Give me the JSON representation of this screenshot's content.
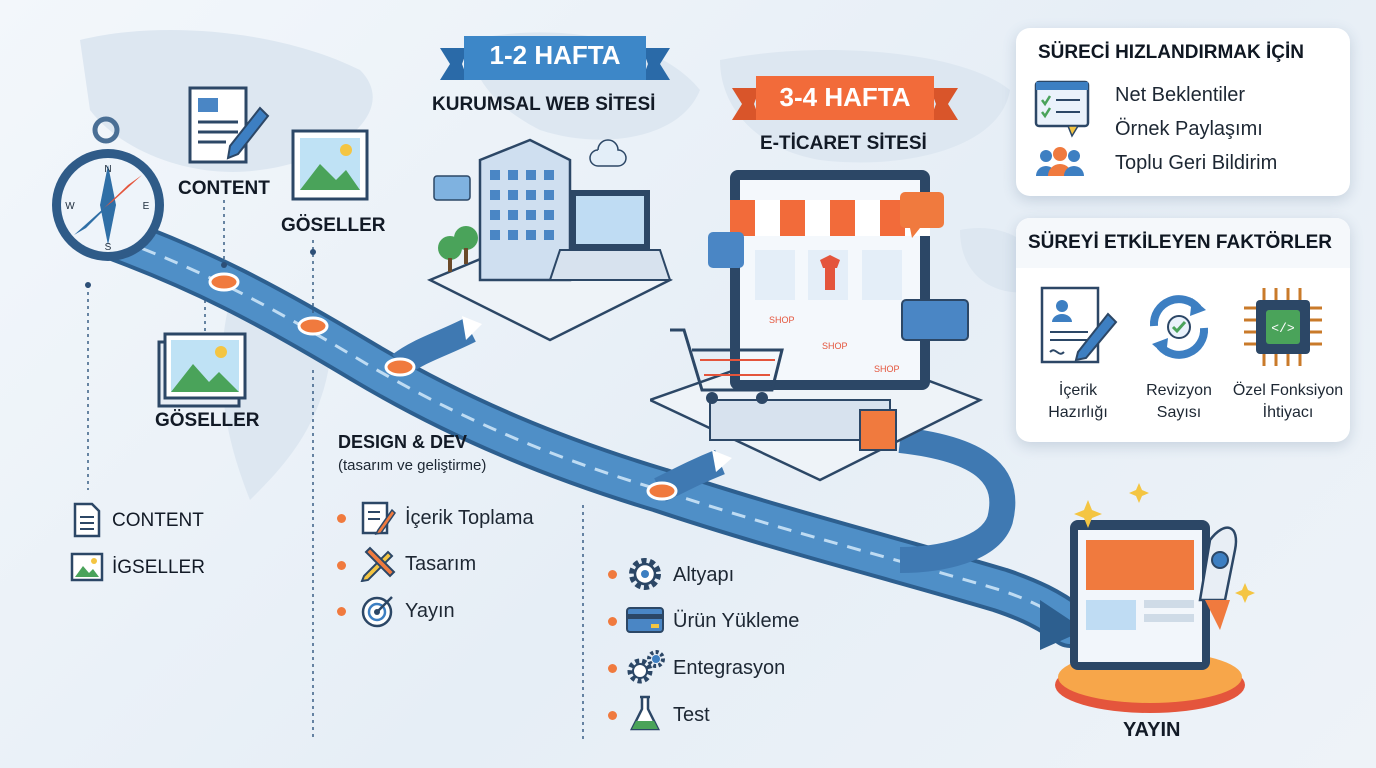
{
  "phases": {
    "corporate": {
      "duration": "1-2 HAFTA",
      "title": "KURUMSAL WEB SİTESİ"
    },
    "ecommerce": {
      "duration": "3-4 HAFTA",
      "title": "E-TİCARET SİTESİ"
    }
  },
  "left_labels": {
    "content_top": "CONTENT",
    "goseller_top": "GÖSELLER",
    "goseller_mid": "GÖSELLER"
  },
  "legend": [
    {
      "icon": "document-icon",
      "label": "CONTENT"
    },
    {
      "icon": "image-icon",
      "label": "İGSELLER"
    }
  ],
  "design_dev": {
    "title": "DESIGN & DEV",
    "subtitle": "(tasarım ve geliştirme)",
    "steps": [
      {
        "icon": "checklist-pencil-icon",
        "label": "İçerik Toplama"
      },
      {
        "icon": "pencil-ruler-icon",
        "label": "Tasarım"
      },
      {
        "icon": "target-icon",
        "label": "Yayın"
      }
    ]
  },
  "ecommerce_steps": [
    {
      "icon": "gear-icon",
      "label": "Altyapı"
    },
    {
      "icon": "credit-card-icon",
      "label": "Ürün Yükleme"
    },
    {
      "icon": "gears-icon",
      "label": "Entegrasyon"
    },
    {
      "icon": "flask-icon",
      "label": "Test"
    }
  ],
  "launch_label": "YAYIN",
  "speed_card": {
    "title": "SÜRECİ HIZLANDIRMAK İÇİN",
    "items": [
      {
        "icon": "checklist-icon",
        "label": "Net Beklentiler"
      },
      {
        "icon": "speech-icon",
        "label": "Örnek Paylaşımı"
      },
      {
        "icon": "people-icon",
        "label": "Toplu Geri Bildirim"
      }
    ]
  },
  "factors_card": {
    "title": "SÜREYİ ETKİLEYEN FAKTÖRLER",
    "items": [
      {
        "icon": "content-document-icon",
        "label": "İçerik Hazırlığı"
      },
      {
        "icon": "revision-cycle-icon",
        "label": "Revizyon Sayısı"
      },
      {
        "icon": "chip-code-icon",
        "label": "Özel Fonksiyon İhtiyacı"
      }
    ]
  },
  "shop_labels": [
    "SHOP",
    "SHOP",
    "SHOP"
  ],
  "colors": {
    "road": "#2f6fa6",
    "accent_orange": "#f07a3e",
    "banner_blue": "#3d87c8",
    "banner_orange": "#f26b3a"
  }
}
